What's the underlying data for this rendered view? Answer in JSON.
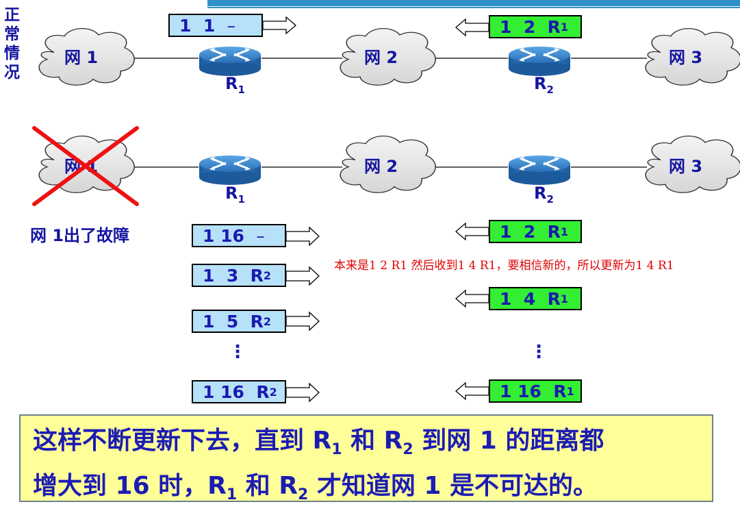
{
  "side_label": [
    "正",
    "常",
    "情",
    "况"
  ],
  "network_labels": {
    "top": [
      "网 1",
      "网 2",
      "网 3"
    ],
    "bottom": [
      "网 1",
      "网 2",
      "网 3"
    ]
  },
  "router_labels": {
    "r1": {
      "base": "R",
      "sub": "1"
    },
    "r2": {
      "base": "R",
      "sub": "2"
    }
  },
  "normal_tables": {
    "r1_sends": {
      "dest": "1",
      "dist": "1",
      "hop": "–",
      "hop_sub": ""
    },
    "r2_sends": {
      "dest": "1",
      "dist": "2",
      "hop": "R",
      "hop_sub": "1"
    }
  },
  "fault_label": "网 1出了故障",
  "r1_updates": [
    {
      "dest": "1",
      "dist": "16",
      "hop": "–",
      "hop_sub": ""
    },
    {
      "dest": "1",
      "dist": "3",
      "hop": "R",
      "hop_sub": "2"
    },
    {
      "dest": "1",
      "dist": "5",
      "hop": "R",
      "hop_sub": "2"
    },
    {
      "dest": "1",
      "dist": "16",
      "hop": "R",
      "hop_sub": "2"
    }
  ],
  "r2_updates": [
    {
      "dest": "1",
      "dist": "2",
      "hop": "R",
      "hop_sub": "1"
    },
    {
      "dest": "1",
      "dist": "4",
      "hop": "R",
      "hop_sub": "1"
    },
    {
      "dest": "1",
      "dist": "16",
      "hop": "R",
      "hop_sub": "1"
    }
  ],
  "ellipsis": "⋮",
  "annotation": "本来是1 2 R1 然后收到1 4 R1，要相信新的，所以更新为1 4 R1",
  "conclusion": {
    "line1_a": "这样不断更新下去，直到 R",
    "line1_sub1": "1",
    "line1_b": " 和 R",
    "line1_sub2": "2",
    "line1_c": " 到网 1 的距离都",
    "line2_a": "增大到 16 时，R",
    "line2_sub1": "1",
    "line2_b": " 和 R",
    "line2_sub2": "2",
    "line2_c": " 才知道网 1 是不可达的。"
  },
  "colors": {
    "text_blue": "#1414a0",
    "box_blue": "#b7e1f8",
    "box_green": "#33ee33",
    "cross_red": "#ee1111",
    "conclusion_bg": "#ffff99"
  }
}
